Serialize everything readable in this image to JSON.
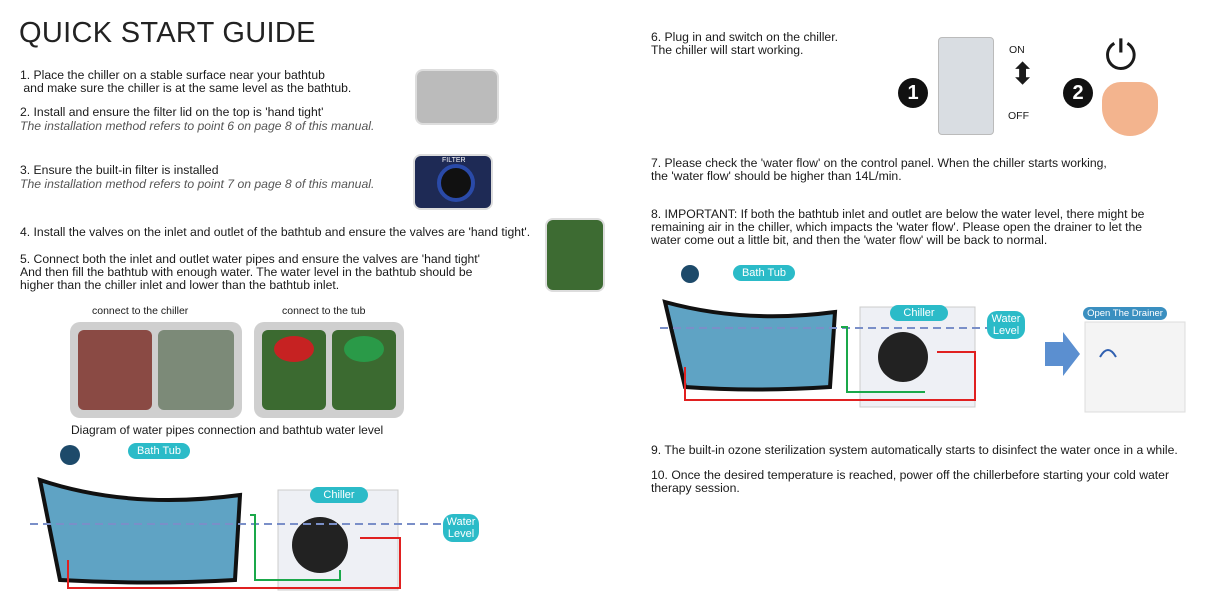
{
  "title": "QUICK START GUIDE",
  "steps": {
    "s1": "1. Place the chiller on a stable surface near your bathtub\n and make sure the chiller is at the same level as the bathtub.",
    "s2": "2. Install and ensure the filter lid on the top is 'hand tight'",
    "s2_note": "The installation method refers to point 6 on page 8 of this manual.",
    "s3": "3. Ensure the built-in filter is installed",
    "s3_note": "The installation method refers to point 7 on page 8 of this manual.",
    "s4": "4. Install the valves on the inlet and outlet of the bathtub and ensure the valves are 'hand tight'.",
    "s5": "5. Connect both the inlet and outlet water pipes and ensure the valves are 'hand tight'\nAnd then fill the bathtub with enough water. The water level in the bathtub should be\nhigher than the chiller inlet and lower than the bathtub inlet.",
    "s6": "6. Plug in and switch on the chiller.\nThe chiller will start working.",
    "s7": "7. Please check the 'water flow' on the control panel. When the chiller starts working,\nthe 'water flow' should be higher than 14L/min.",
    "s8": "8. IMPORTANT: If both the bathtub inlet and outlet are below the water level, there might be\nremaining air in the chiller, which impacts the 'water flow'. Please open the drainer to let the\nwater come out a little bit, and then the 'water flow' will be back to normal.",
    "s9": "9. The built-in ozone sterilization system automatically starts to disinfect the water once in a while.",
    "s10": "10. Once the desired temperature is reached, power off the chillerbefore starting your cold water\ntherapy session."
  },
  "labels": {
    "connect_chiller": "connect to the chiller",
    "connect_tub": "connect to the tub",
    "diagram_caption": "Diagram of water pipes connection and bathtub water level",
    "bath_tub": "Bath Tub",
    "chiller": "Chiller",
    "water_level": "Water\nLevel",
    "open_drainer": "Open The Drainer",
    "on": "ON",
    "off": "OFF",
    "step1": "1",
    "step2": "2",
    "filter": "FILTER"
  },
  "colors": {
    "accent": "#2bbbc8",
    "water": "#5fa3c4",
    "pipe_red": "#e02020",
    "pipe_green": "#1aa84a"
  }
}
